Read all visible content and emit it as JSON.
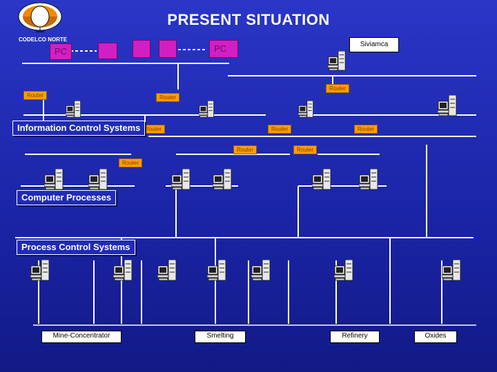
{
  "title": "PRESENT SITUATION",
  "org": "CODELCO NORTE",
  "pc_label": "PC",
  "router_label": "Router",
  "bands": {
    "info": "Information Control Systems",
    "computer": "Computer Processes",
    "process": "Process Control Systems"
  },
  "sites": {
    "siviamca": "Siviamca",
    "mine": "Mine-Concentrator",
    "smelting": "Smelting",
    "refinery": "Refinery",
    "oxides": "Oxides"
  },
  "colors": {
    "background": "#1f2ab8",
    "pc_box": "#d21fc3",
    "router": "#ff9d00",
    "network_line": "#ffffff"
  },
  "icons": [
    "workstation-icon",
    "logo-icon"
  ]
}
